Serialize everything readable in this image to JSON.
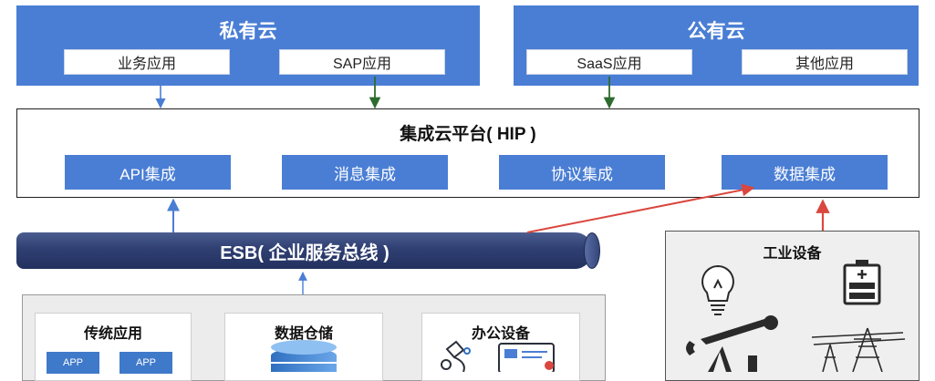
{
  "private_cloud": {
    "title": "私有云",
    "apps": [
      "业务应用",
      "SAP应用"
    ]
  },
  "public_cloud": {
    "title": "公有云",
    "apps": [
      "SaaS应用",
      "其他应用"
    ]
  },
  "platform": {
    "title": "集成云平台( HIP )",
    "modules": [
      "API集成",
      "消息集成",
      "协议集成",
      "数据集成"
    ]
  },
  "esb": {
    "label": "ESB( 企业服务总线 )"
  },
  "systems": {
    "traditional_apps": {
      "title": "传统应用",
      "app_labels": [
        "APP",
        "APP"
      ]
    },
    "data_warehouse": {
      "title": "数据仓储"
    },
    "office_devices": {
      "title": "办公设备"
    },
    "industrial_devices": {
      "title": "工业设备"
    }
  },
  "colors": {
    "cloud_blue": "#4a7ed4",
    "esb_navy": "#2f3f72",
    "arrow_blue": "#4a7ed4",
    "arrow_green": "#2e6b2e",
    "arrow_red": "#d9473f"
  },
  "icons": [
    "lightbulb-icon",
    "battery-icon",
    "oil-pump-icon",
    "power-tower-icon",
    "database-icon",
    "microscope-icon",
    "monitor-icon"
  ]
}
